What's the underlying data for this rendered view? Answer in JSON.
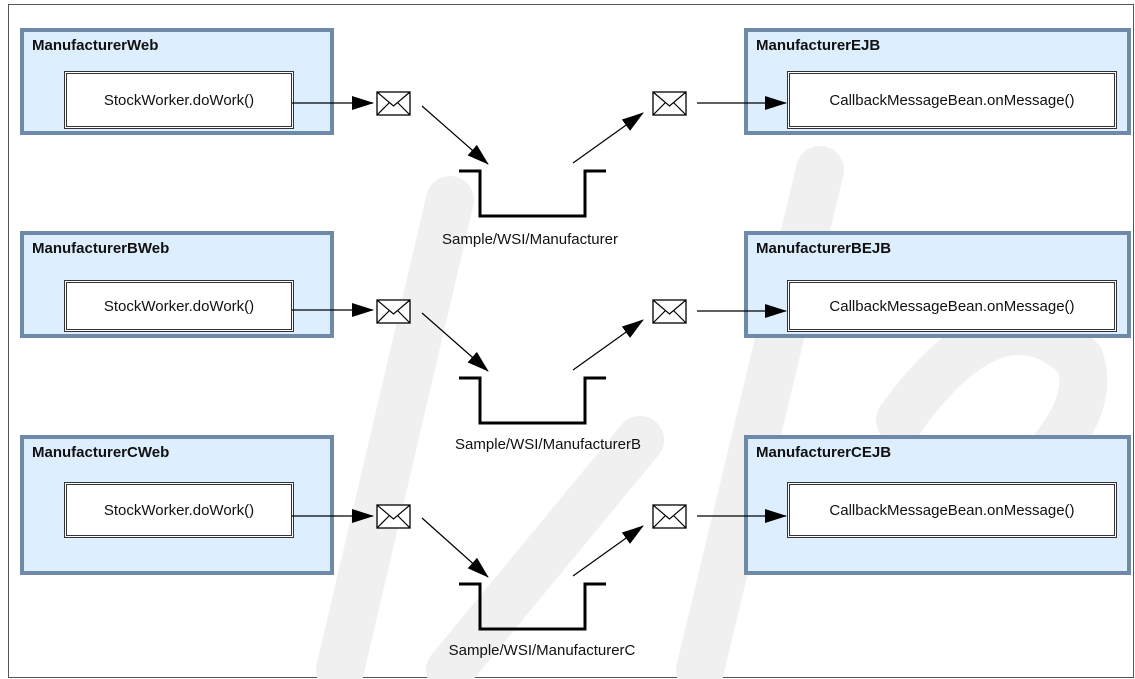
{
  "flows": [
    {
      "sender": {
        "title": "ManufacturerWeb",
        "method": "StockWorker.doWork()"
      },
      "queue": {
        "name": "Sample/WSI/Manufacturer"
      },
      "receiver": {
        "title": "ManufacturerEJB",
        "method": "CallbackMessageBean.onMessage()"
      }
    },
    {
      "sender": {
        "title": "ManufacturerBWeb",
        "method": "StockWorker.doWork()"
      },
      "queue": {
        "name": "Sample/WSI/ManufacturerB"
      },
      "receiver": {
        "title": "ManufacturerBEJB",
        "method": "CallbackMessageBean.onMessage()"
      }
    },
    {
      "sender": {
        "title": "ManufacturerCWeb",
        "method": "StockWorker.doWork()"
      },
      "queue": {
        "name": "Sample/WSI/ManufacturerC"
      },
      "receiver": {
        "title": "ManufacturerCEJB",
        "method": "CallbackMessageBean.onMessage()"
      }
    }
  ],
  "colors": {
    "container_fill": "#ddeeff",
    "container_border": "#6e8aa8",
    "line": "#000000",
    "watermark": "#eeeeee"
  },
  "icons": {
    "message": "envelope-icon",
    "queue": "queue-icon"
  }
}
